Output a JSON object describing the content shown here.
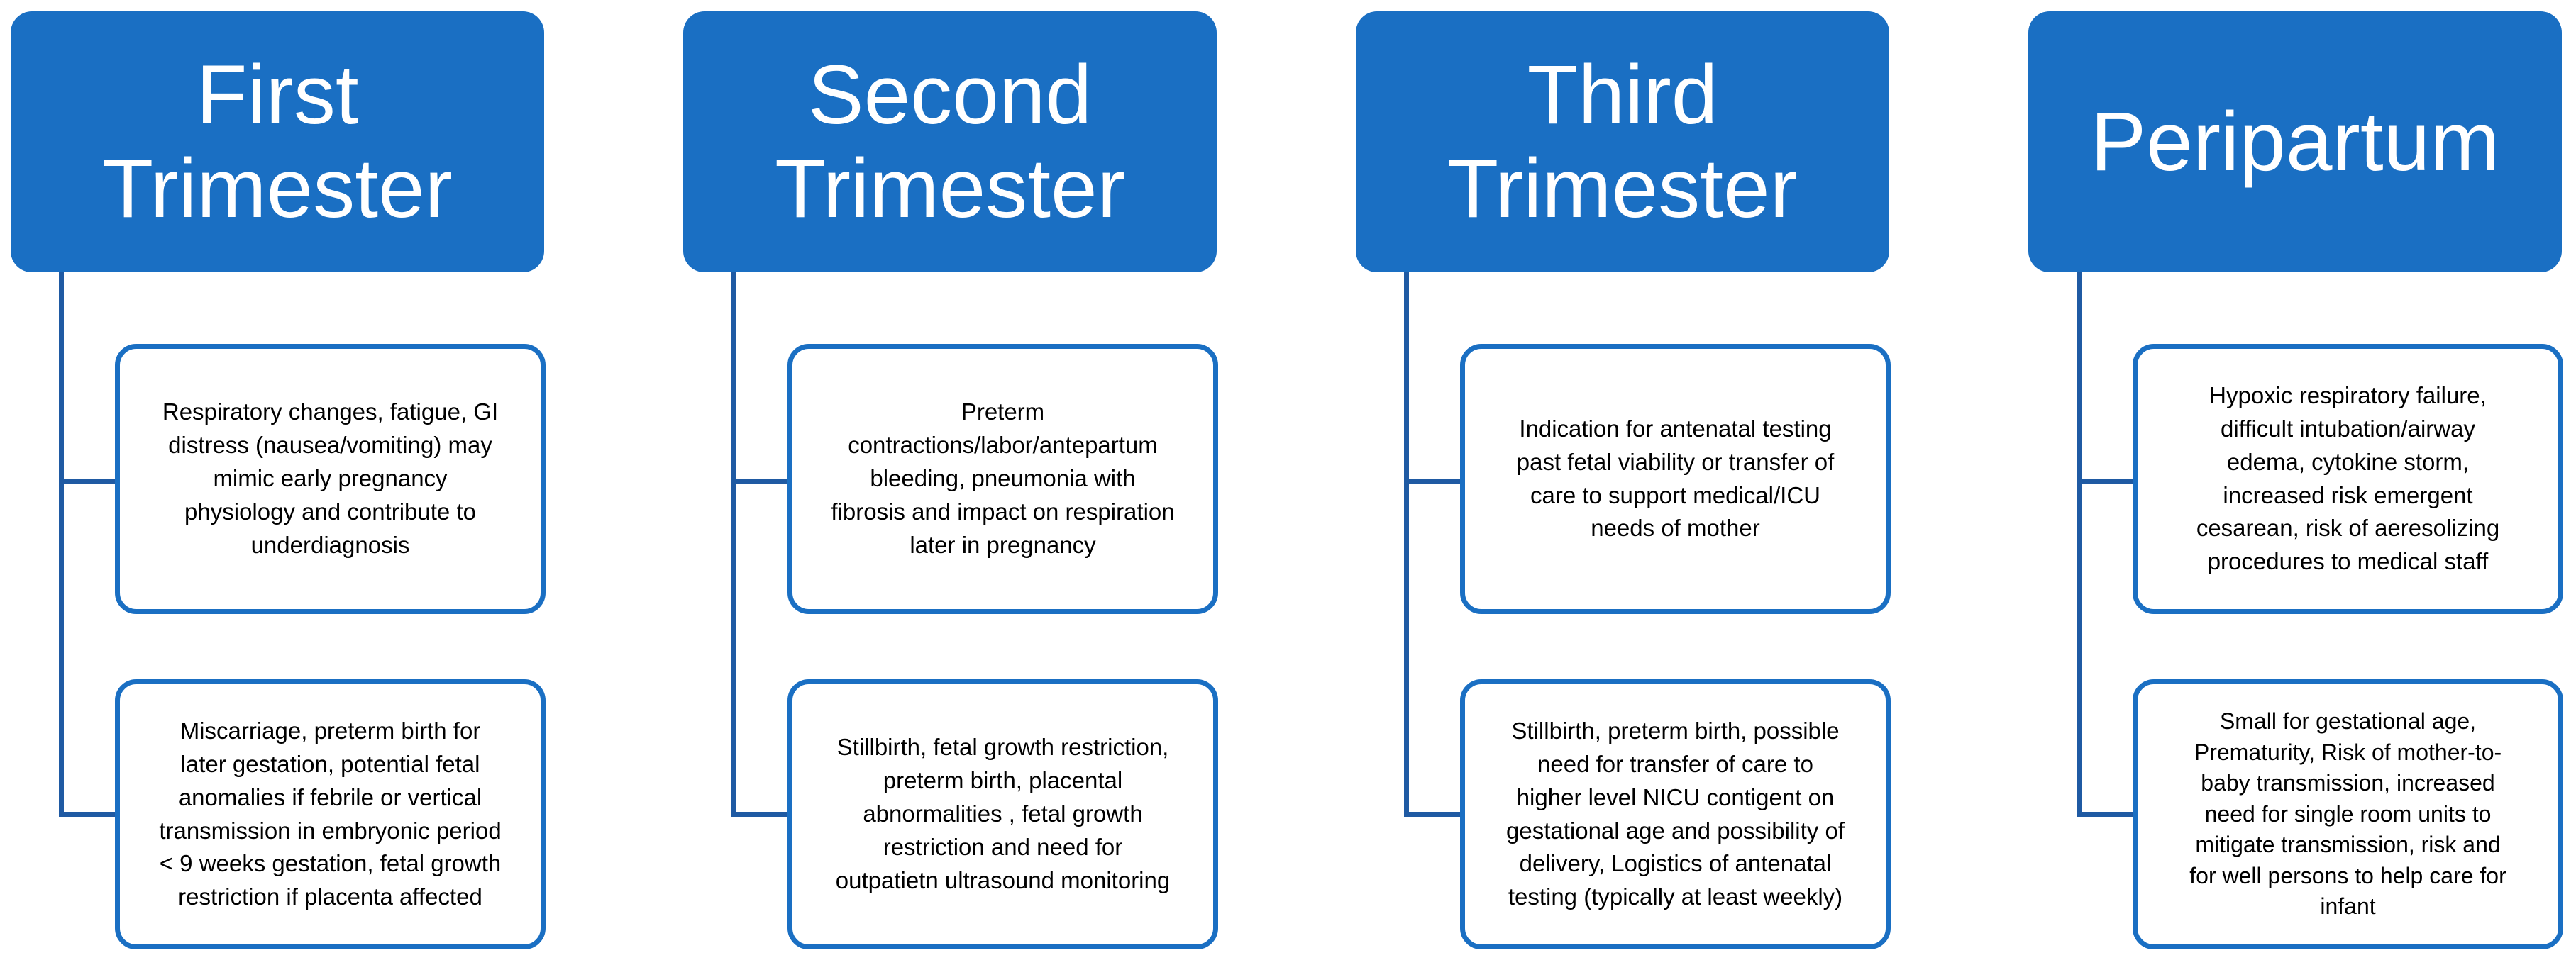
{
  "colors": {
    "header_fill": "#1a6fc3",
    "connector": "#1f5aa3",
    "card_border": "#1a6fc3"
  },
  "columns": [
    {
      "title": "First\nTrimester",
      "cards": [
        "Respiratory changes, fatigue, GI\ndistress (nausea/vomiting) may\nmimic early pregnancy\nphysiology and contribute to\nunderdiagnosis",
        "Miscarriage, preterm birth for\nlater gestation, potential fetal\nanomalies if febrile or vertical\ntransmission in embryonic period\n< 9 weeks gestation, fetal growth\nrestriction if placenta affected"
      ]
    },
    {
      "title": "Second\nTrimester",
      "cards": [
        "Preterm\ncontractions/labor/antepartum\nbleeding, pneumonia with\nfibrosis and impact on respiration\nlater in pregnancy",
        "Stillbirth, fetal growth restriction,\npreterm birth, placental\nabnormalities , fetal growth\nrestriction and need for\noutpatietn ultrasound monitoring"
      ]
    },
    {
      "title": "Third\nTrimester",
      "cards": [
        "Indication for antenatal testing\npast fetal viability or transfer of\ncare to support medical/ICU\nneeds of mother",
        "Stillbirth, preterm birth, possible\nneed for transfer of care to\nhigher level NICU contigent on\ngestational age and possibility of\ndelivery, Logistics of antenatal\ntesting (typically at least weekly)"
      ]
    },
    {
      "title": "Peripartum",
      "cards": [
        "Hypoxic respiratory failure,\ndifficult intubation/airway\nedema, cytokine storm,\nincreased risk emergent\ncesarean, risk of aeresolizing\nprocedures to medical staff",
        "Small for gestational age,\nPrematurity, Risk of mother-to-\nbaby transmission, increased\nneed for single room units to\nmitigate transmission, risk and\nfor well persons to help care for\ninfant"
      ]
    }
  ]
}
